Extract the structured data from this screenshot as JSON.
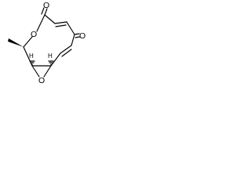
{
  "structure": {
    "atom_labels": {
      "ester_carbonyl_oxygen": "O",
      "ring_ester_oxygen": "O",
      "ketone_oxygen": "O",
      "epoxide_oxygen": "O",
      "stereo_h_left": "H",
      "stereo_h_right": "H"
    }
  }
}
